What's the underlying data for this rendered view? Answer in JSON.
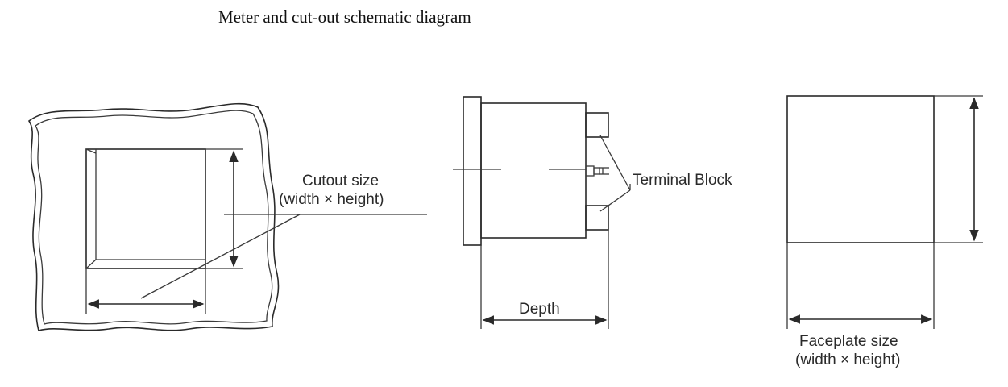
{
  "title": "Meter and cut-out schematic diagram",
  "labels": {
    "cutout_line1": "Cutout size",
    "cutout_line2": "(width × height)",
    "terminal_block": "Terminal Block",
    "depth": "Depth",
    "faceplate_line1": "Faceplate size",
    "faceplate_line2": "(width × height)"
  },
  "colors": {
    "line": "#2a2a2a",
    "background": "#ffffff"
  }
}
